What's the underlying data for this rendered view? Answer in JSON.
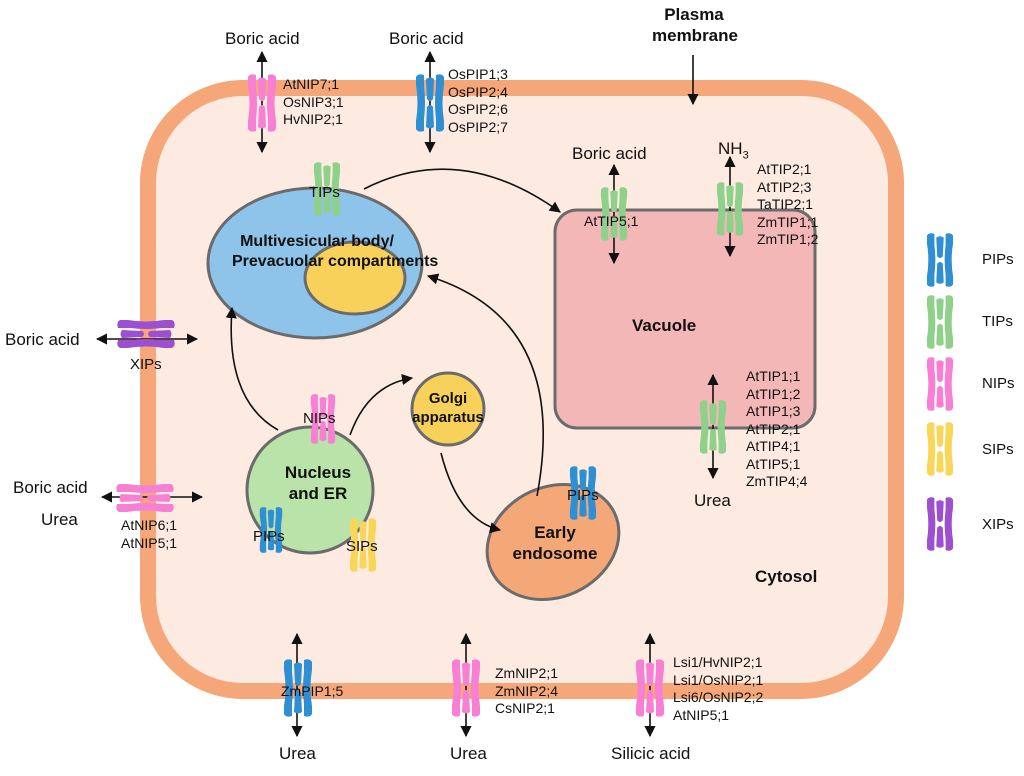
{
  "colors": {
    "membrane": "#F5A77A",
    "cytosol": "#FDEBE1",
    "pip": "#2E8FD2",
    "tip": "#8FD18B",
    "nip": "#F77FD4",
    "sip": "#F8D658",
    "xip": "#9E4FD0",
    "mvb": "#8EC3EA",
    "mvb_inner": "#F8D15A",
    "vacuole": "#F4B7B7",
    "nucleus": "#B9E3A8",
    "golgi": "#F8D15A",
    "endosome": "#F4A777"
  },
  "labels": {
    "plasma_membrane": "Plasma membrane",
    "cytosol": "Cytosol",
    "mvb_line1": "Multivesicular body/",
    "mvb_line2": "Prevacuolar compartments",
    "vacuole": "Vacuole",
    "nucleus_line1": "Nucleus",
    "nucleus_line2": "and ER",
    "golgi_line1": "Golgi",
    "golgi_line2": "apparatus",
    "endosome_line1": "Early",
    "endosome_line2": "endosome",
    "tips_mvb": "TIPs",
    "nips_nuc": "NIPs",
    "pips_nuc": "PIPs",
    "sips_nuc": "SIPs",
    "pips_endo": "PIPs",
    "xips_pm": "XIPs"
  },
  "substrates": {
    "top_left": "Boric acid",
    "top_mid": "Boric acid",
    "vac_boric": "Boric acid",
    "vac_nh3": "NH",
    "vac_nh3_sub": "3",
    "left_xip": "Boric acid",
    "left_nip_1": "Boric acid",
    "left_nip_2": "Urea",
    "vac_urea": "Urea",
    "bottom_1": "Urea",
    "bottom_2": "Urea",
    "bottom_3": "Silicic acid"
  },
  "gene_lists": {
    "top_left": [
      "AtNIP7;1",
      "OsNIP3;1",
      "HvNIP2;1"
    ],
    "top_mid": [
      "OsPIP1;3",
      "OsPIP2;4",
      "OsPIP2;6",
      "OsPIP2;7"
    ],
    "vac_boric": [
      "AtTIP5;1"
    ],
    "vac_nh3": [
      "AtTIP2;1",
      "AtTIP2;3",
      "TaTIP2;1",
      "ZmTIP1;1",
      "ZmTIP1;2"
    ],
    "vac_urea": [
      "AtTIP1;1",
      "AtTIP1;2",
      "AtTIP1;3",
      "AtTIP2;1",
      "AtTIP4;1",
      "AtTIP5;1",
      "ZmTIP4;4"
    ],
    "left_nip": [
      "AtNIP6;1",
      "AtNIP5;1"
    ],
    "bottom_1": [
      "ZmPIP1;5"
    ],
    "bottom_2": [
      "ZmNIP2;1",
      "ZmNIP2;4",
      "CsNIP2;1"
    ],
    "bottom_3": [
      "Lsi1/HvNIP2;1",
      "Lsi1/OsNIP2;1",
      "Lsi6/OsNIP2;2",
      "AtNIP5;1"
    ]
  },
  "legend": [
    {
      "name": "PIPs",
      "color": "#2E8FD2"
    },
    {
      "name": "TIPs",
      "color": "#8FD18B"
    },
    {
      "name": "NIPs",
      "color": "#F77FD4"
    },
    {
      "name": "SIPs",
      "color": "#F8D658"
    },
    {
      "name": "XIPs",
      "color": "#9E4FD0"
    }
  ]
}
